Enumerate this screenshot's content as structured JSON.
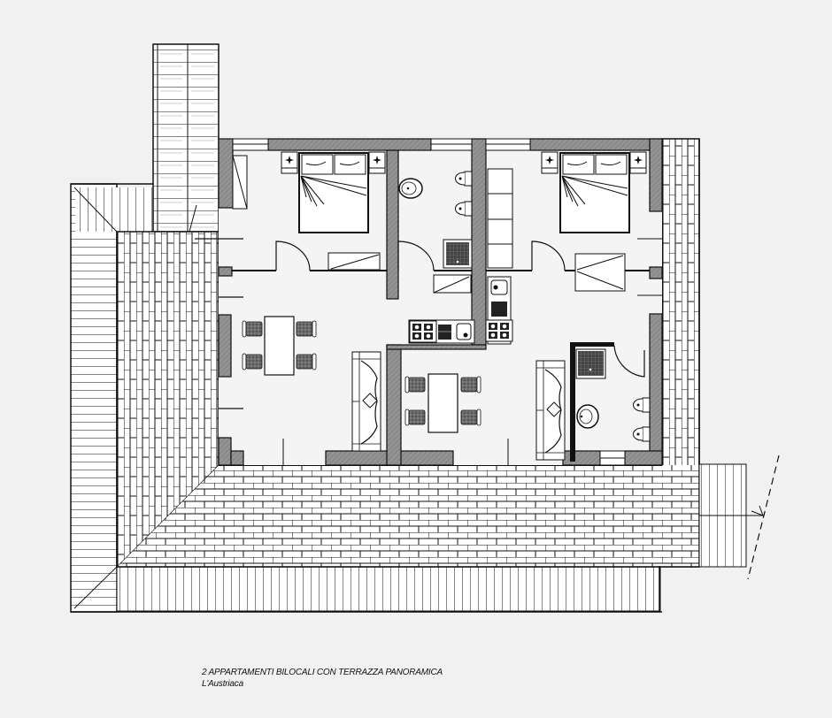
{
  "caption": {
    "title": "2 APPARTAMENTI BILOCALI CON TERRAZZA PANORAMICA",
    "subtitle": "L'Austriaca"
  },
  "colors": {
    "background": "#f1f1f1",
    "line": "#111111",
    "wall_fill": "#8c8c8c",
    "floor": "#f3f3f3",
    "tile": "#ffffff"
  },
  "plan": {
    "apartments": [
      {
        "id": "apartment-1",
        "rooms": [
          "bedroom",
          "bathroom",
          "living-dining-kitchen"
        ],
        "furniture": [
          "double-bed",
          "nightstand",
          "nightstand",
          "wardrobe",
          "dining-table",
          "chair",
          "chair",
          "chair",
          "chair",
          "sofa",
          "kitchenette",
          "washbasin",
          "bidet",
          "toilet",
          "shower-tray"
        ]
      },
      {
        "id": "apartment-2",
        "rooms": [
          "bedroom",
          "bathroom",
          "living-dining-kitchen"
        ],
        "furniture": [
          "double-bed",
          "nightstand",
          "nightstand",
          "wardrobe",
          "dining-table",
          "chair",
          "chair",
          "chair",
          "chair",
          "sofa",
          "kitchenette",
          "washbasin",
          "bidet",
          "toilet",
          "shower-tray"
        ]
      }
    ],
    "outdoor": [
      "panoramic-terrace",
      "staircase",
      "roof-slope-left",
      "roof-slope-bottom",
      "balcony-right"
    ]
  }
}
